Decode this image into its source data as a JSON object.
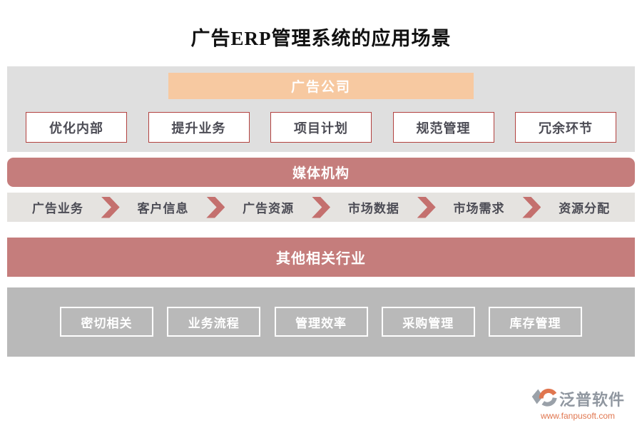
{
  "title": "广告ERP管理系统的应用场景",
  "top_section": {
    "header": "广告公司",
    "items": [
      "优化内部",
      "提升业务",
      "项目计划",
      "规范管理",
      "冗余环节"
    ]
  },
  "media_banner": "媒体机构",
  "flow": [
    "广告业务",
    "客户信息",
    "广告资源",
    "市场数据",
    "市场需求",
    "资源分配"
  ],
  "other_banner": "其他相关行业",
  "bottom_section": {
    "items": [
      "密切相关",
      "业务流程",
      "管理效率",
      "采购管理",
      "库存管理"
    ]
  },
  "footer": {
    "brand": "泛普软件",
    "url": "www.fanpusoft.com"
  },
  "colors": {
    "banner_red": "#c57d7c",
    "chevron_red": "#c4706e",
    "box_border_red": "#b2413f",
    "company_orange": "#f7c9a1",
    "panel_gray_light": "#dfdfdf",
    "panel_gray_dark": "#b9b9b9",
    "flow_band_gray": "#e5e3e0",
    "text_dark": "#4c4c55",
    "brand_gray": "#9097a0",
    "url_orange": "#e0764f"
  }
}
